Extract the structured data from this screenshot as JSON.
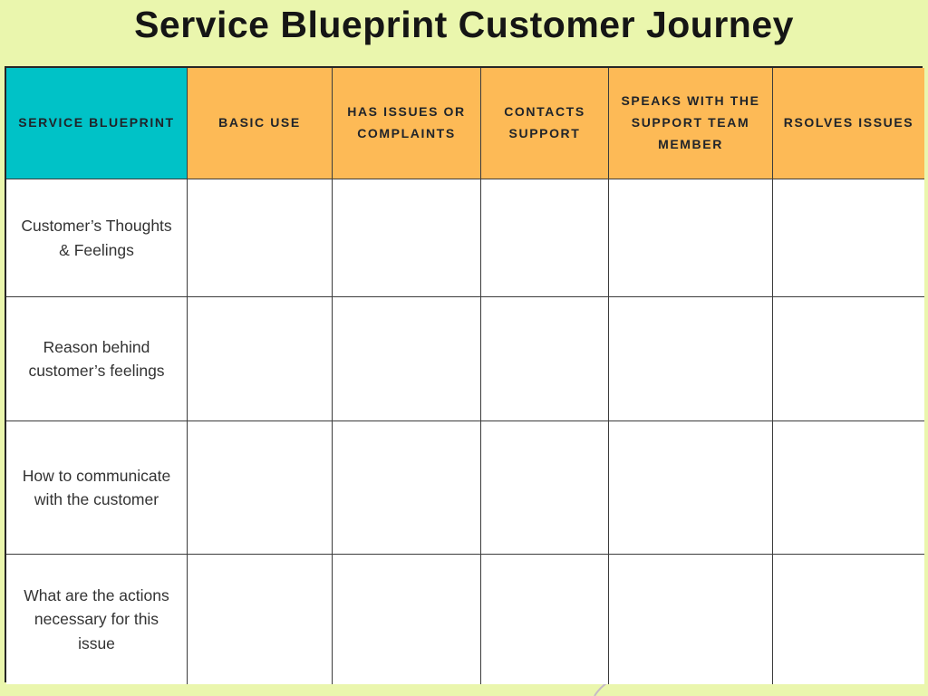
{
  "title": "Service Blueprint Customer Journey",
  "table": {
    "header": {
      "corner": "SERVICE BLUEPRINT",
      "columns": [
        "BASIC USE",
        "HAS ISSUES OR COMPLAINTS",
        "CONTACTS SUPPORT",
        "SPEAKS WITH THE SUPPORT TEAM MEMBER",
        "RSOLVES ISSUES"
      ]
    },
    "rows": [
      {
        "label": "Customer’s Thoughts & Feelings",
        "cells": [
          "",
          "",
          "",
          "",
          ""
        ]
      },
      {
        "label": "Reason behind customer’s feelings",
        "cells": [
          "",
          "",
          "",
          "",
          ""
        ]
      },
      {
        "label": "How to communicate with the customer",
        "cells": [
          "",
          "",
          "",
          "",
          ""
        ]
      },
      {
        "label": "What are the actions necessary for this issue",
        "cells": [
          "",
          "",
          "",
          "",
          ""
        ]
      }
    ]
  },
  "colors": {
    "background": "#EAF6AD",
    "header_teal": "#00C2C7",
    "header_orange": "#FDBA56",
    "grid_border": "#3C3C3C",
    "text_dark": "#20242A"
  }
}
